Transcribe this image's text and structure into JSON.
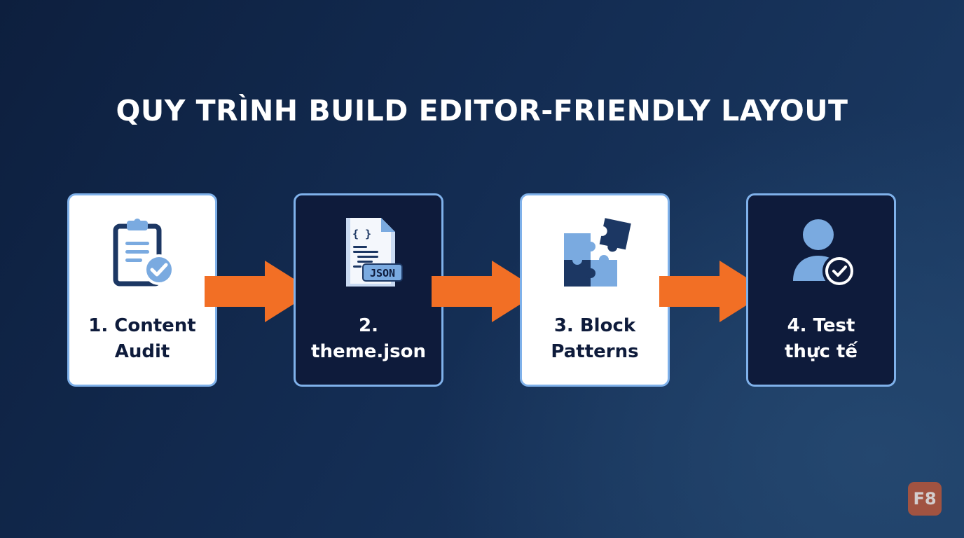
{
  "title": "QUY TRÌNH BUILD EDITOR-FRIENDLY LAYOUT",
  "steps": [
    {
      "line1": "1. Content",
      "line2": "Audit",
      "icon": "clipboard-check-icon",
      "theme": "light"
    },
    {
      "line1": "2.",
      "line2": "theme.json",
      "icon": "json-file-icon",
      "theme": "dark",
      "icon_text": "JSON",
      "icon_braces": "{ }"
    },
    {
      "line1": "3. Block",
      "line2": "Patterns",
      "icon": "puzzle-icon",
      "theme": "light"
    },
    {
      "line1": "4. Test",
      "line2": "thực tế",
      "icon": "user-check-icon",
      "theme": "dark"
    }
  ],
  "badge": "F8",
  "colors": {
    "accent_arrow": "#f26f25",
    "card_border": "#7fb1ea",
    "card_dark": "#0e1b3b",
    "card_light": "#ffffff",
    "icon_blue": "#7aaae0",
    "icon_navy": "#1c3763"
  }
}
